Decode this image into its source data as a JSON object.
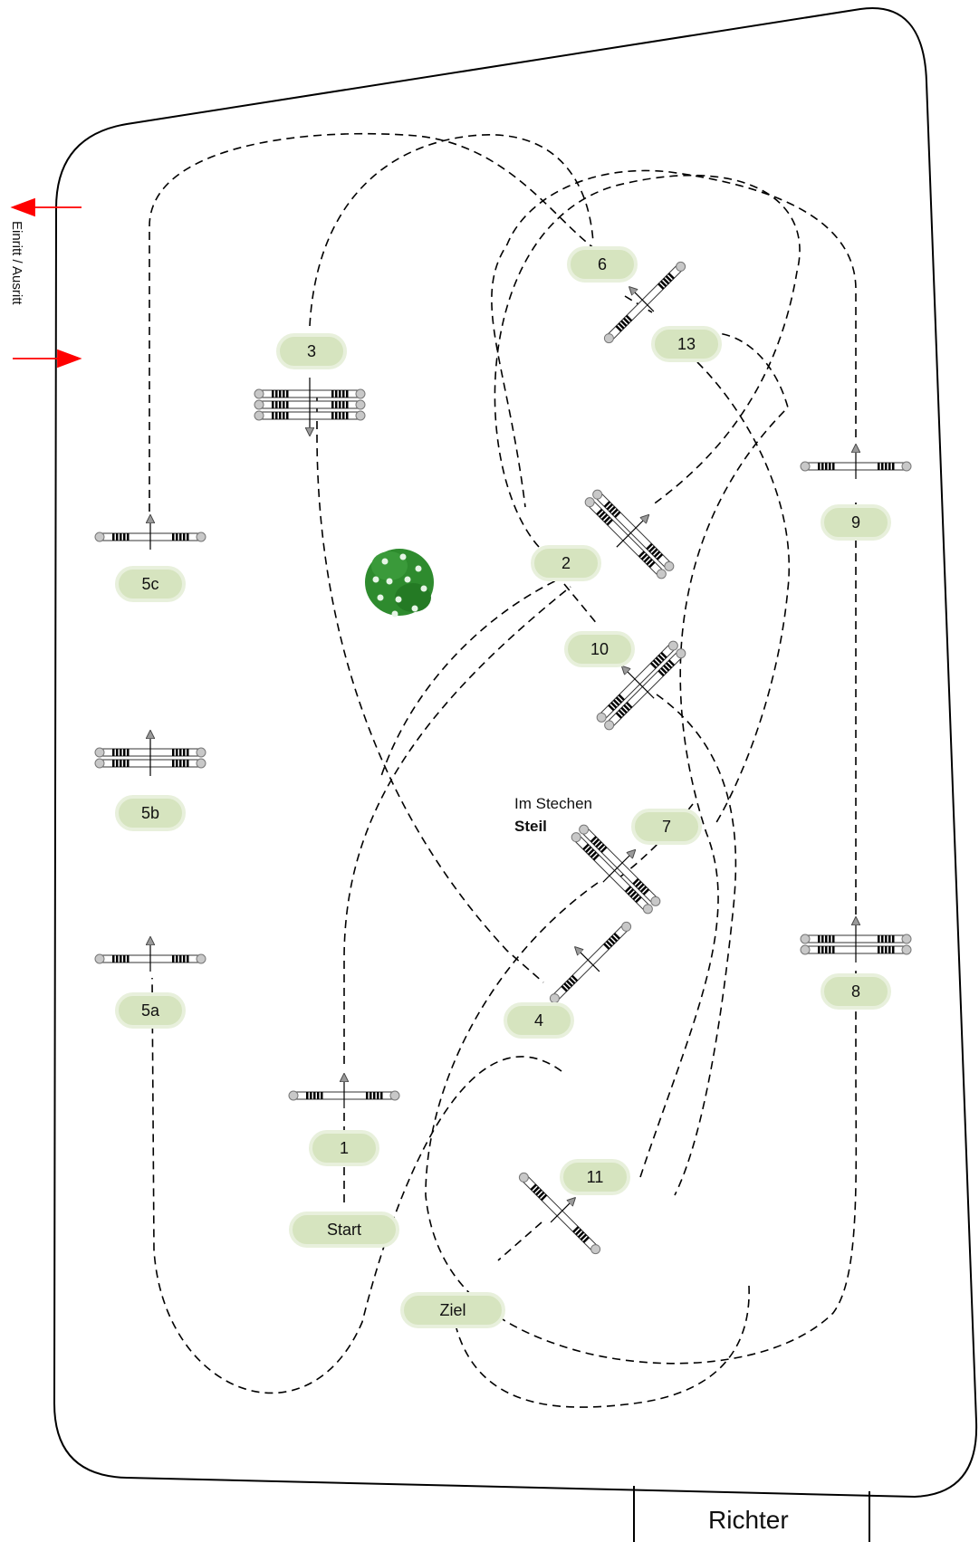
{
  "entrance_label": "Einritt / Ausritt",
  "judge_label": "Richter",
  "jumpoff_note": {
    "line1": "Im Stechen",
    "line2": "Steil"
  },
  "start_label": "Start",
  "finish_label": "Ziel",
  "obstacles": [
    {
      "id": "1",
      "label": "1"
    },
    {
      "id": "2",
      "label": "2"
    },
    {
      "id": "3",
      "label": "3"
    },
    {
      "id": "4",
      "label": "4"
    },
    {
      "id": "5a",
      "label": "5a"
    },
    {
      "id": "5b",
      "label": "5b"
    },
    {
      "id": "5c",
      "label": "5c"
    },
    {
      "id": "6",
      "label": "6"
    },
    {
      "id": "7",
      "label": "7"
    },
    {
      "id": "8",
      "label": "8"
    },
    {
      "id": "9",
      "label": "9"
    },
    {
      "id": "10",
      "label": "10"
    },
    {
      "id": "11",
      "label": "11"
    },
    {
      "id": "13",
      "label": "13"
    }
  ],
  "colors": {
    "label_fill": "#d6e4bf",
    "label_stroke": "#e8f0dc",
    "entrance_arrow": "#ff0000",
    "route": "#000000",
    "bush": "#2e8b2e"
  }
}
